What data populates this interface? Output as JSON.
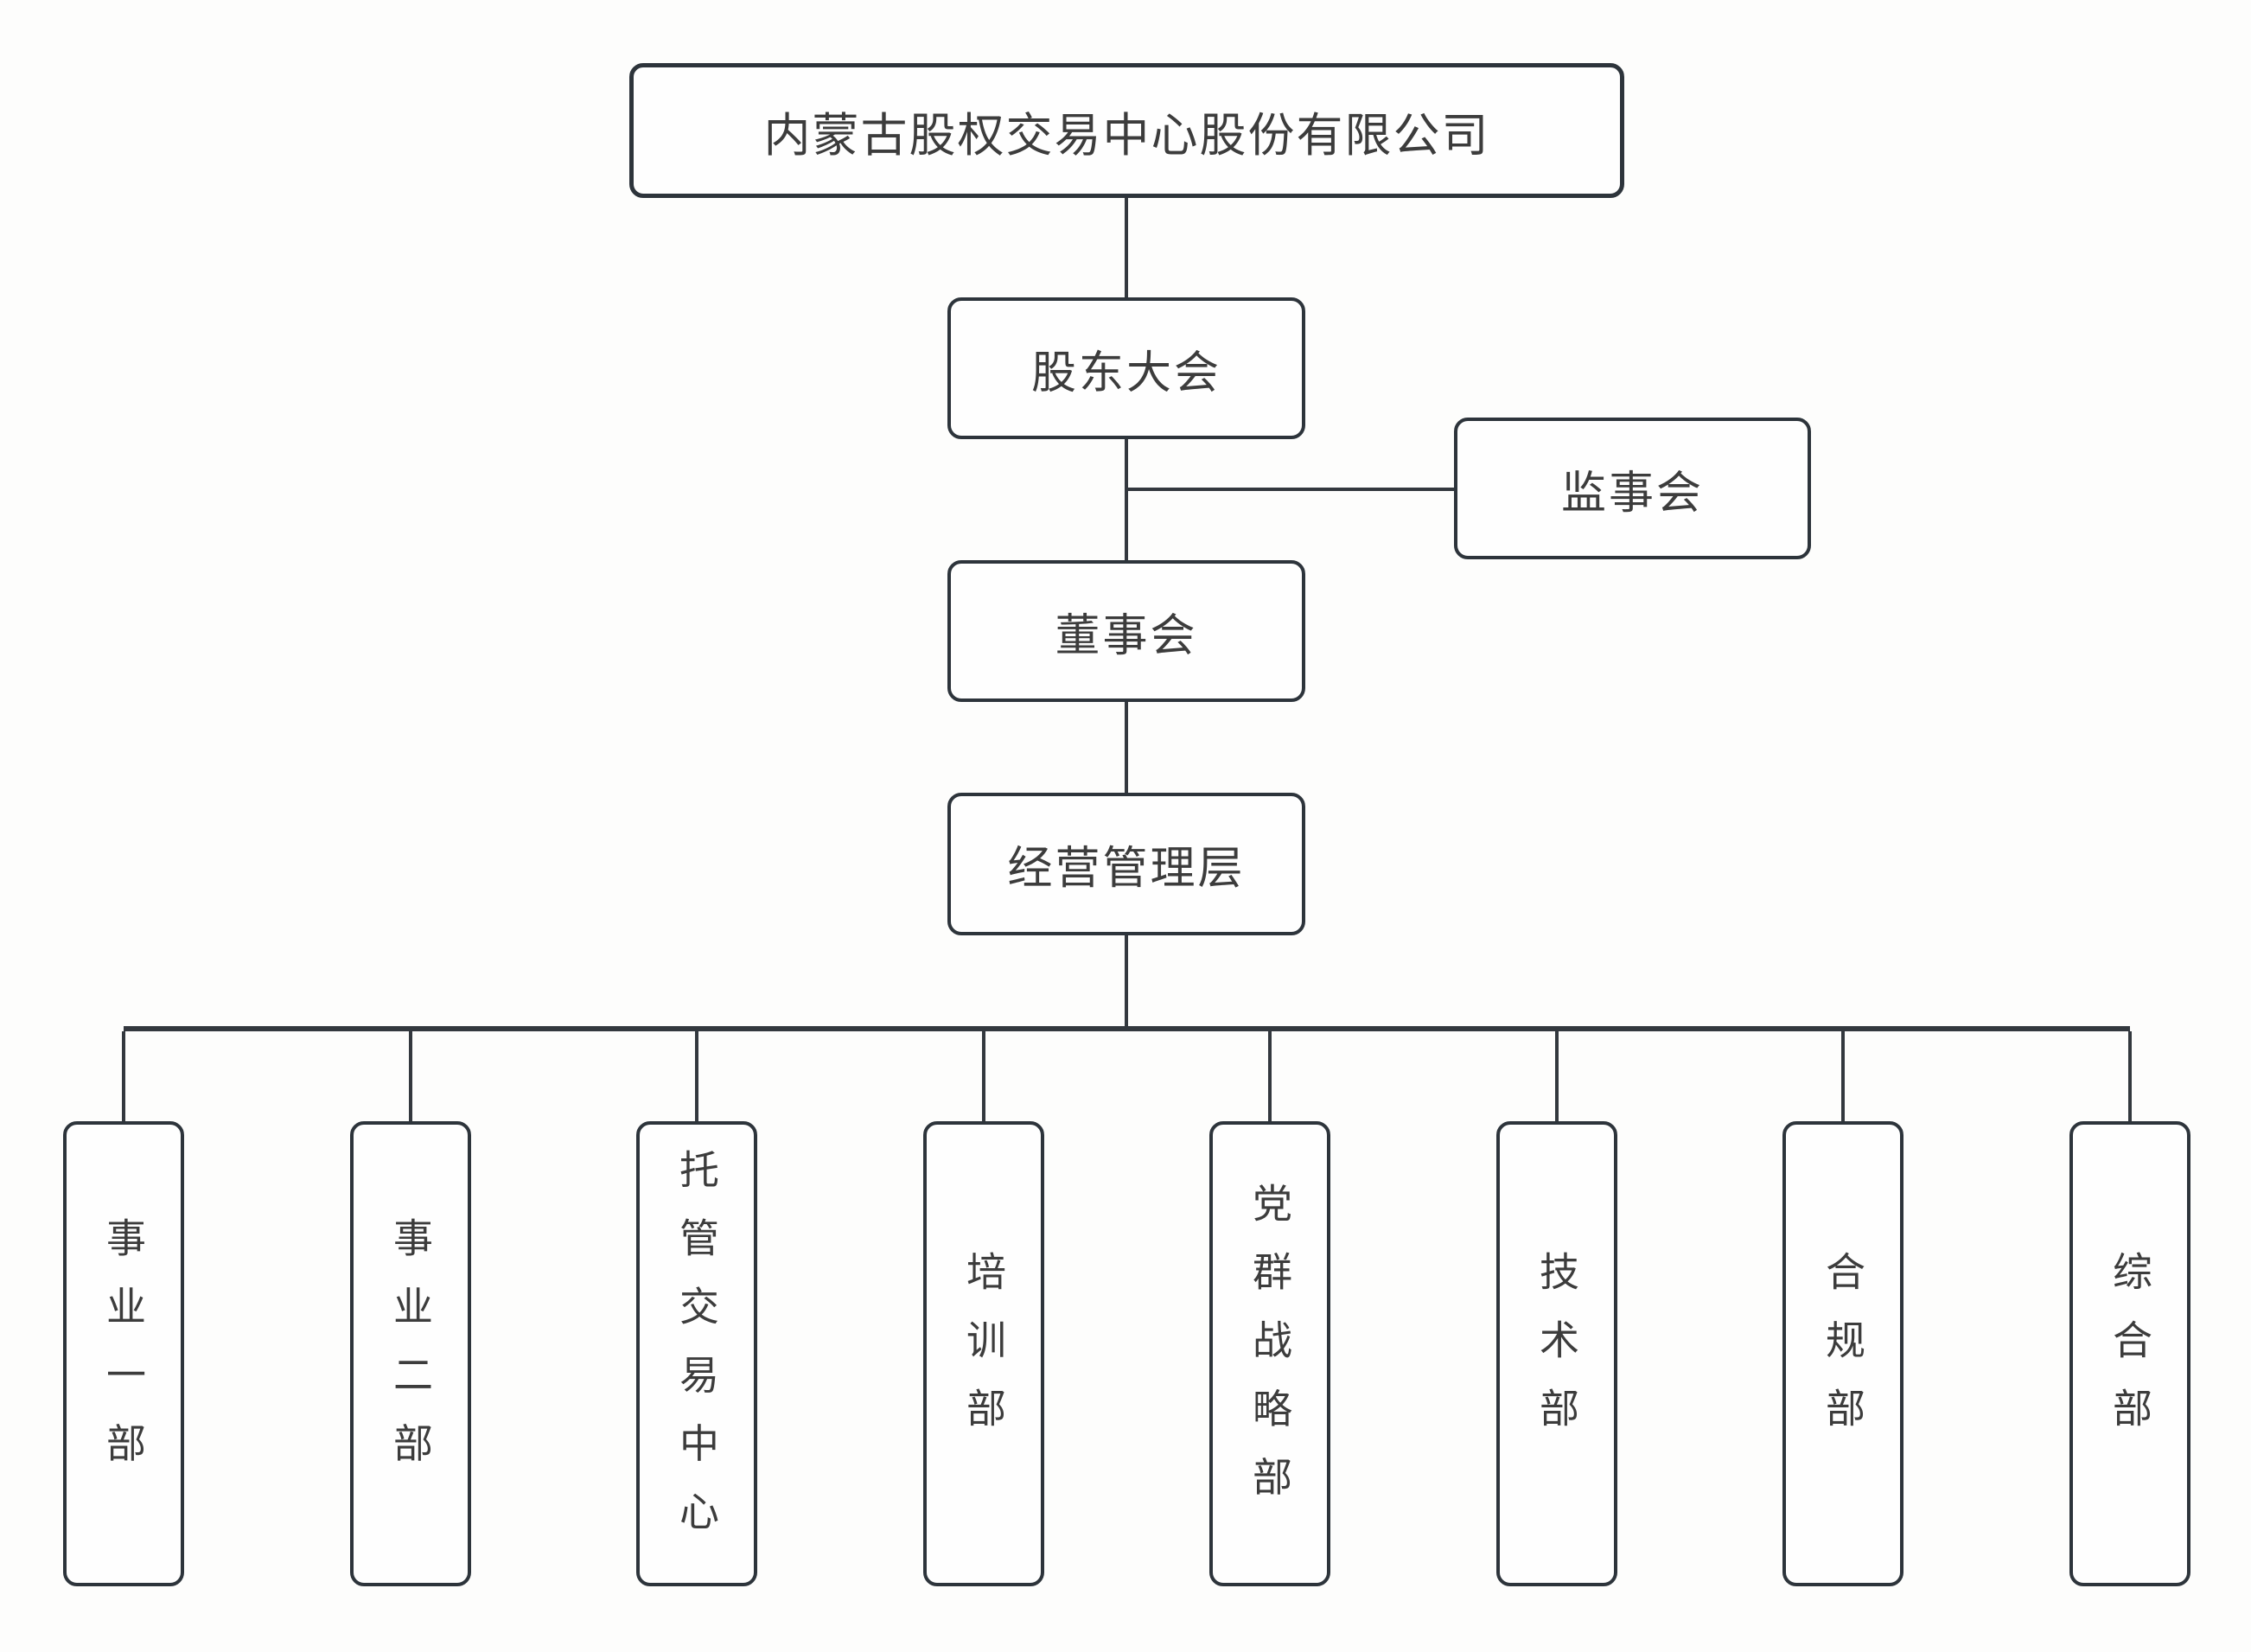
{
  "colors": {
    "background": "#fdfdfc",
    "box_fill": "#fefefe",
    "border": "#2d343b",
    "line": "#33383e",
    "text": "#3c3c3c"
  },
  "org_chart": {
    "root": "内蒙古股权交易中心股份有限公司",
    "shareholders_meeting": "股东大会",
    "supervisory_board": "监事会",
    "board_of_directors": "董事会",
    "management": "经营管理层",
    "departments": [
      {
        "label": "事业一部"
      },
      {
        "label": "事业二部"
      },
      {
        "label": "托管交易中心"
      },
      {
        "label": "培训部"
      },
      {
        "label": "党群战略部"
      },
      {
        "label": "技术部"
      },
      {
        "label": "合规部"
      },
      {
        "label": "综合部"
      }
    ]
  }
}
